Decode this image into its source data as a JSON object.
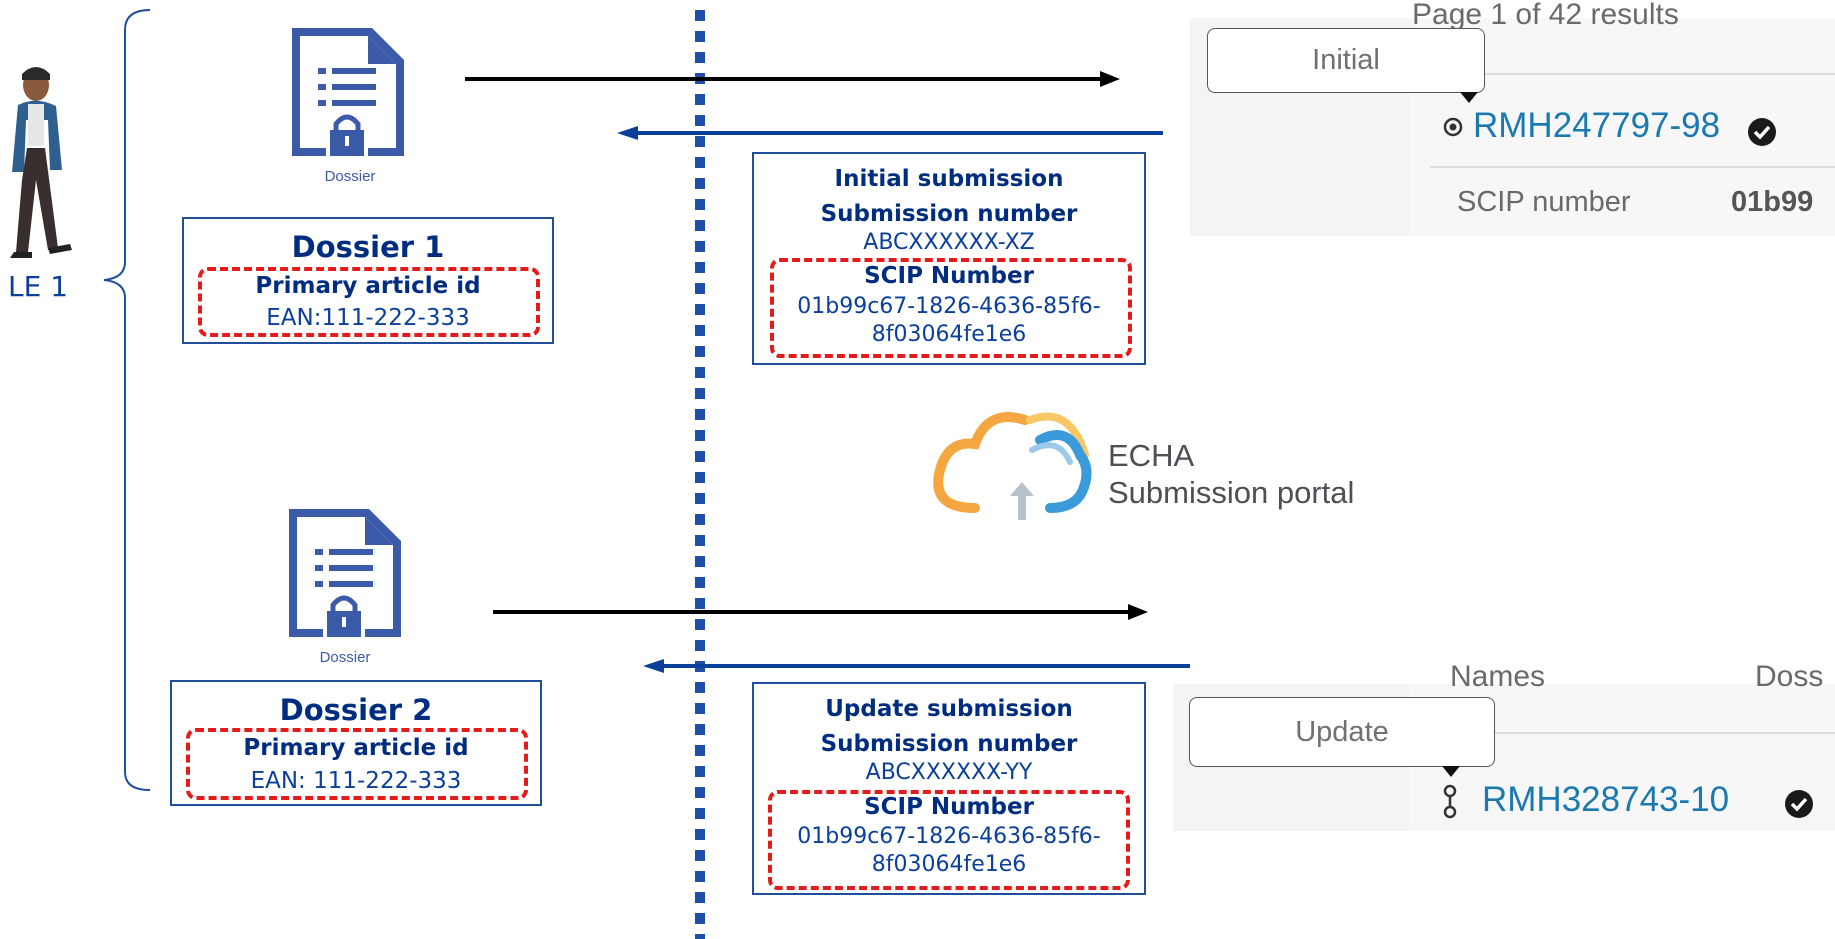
{
  "actor": {
    "label": "LE 1"
  },
  "dossier_icon_caption": "Dossier",
  "dossiers": [
    {
      "title": "Dossier 1",
      "id_label": "Primary article id",
      "id_value": "EAN:111-222-333"
    },
    {
      "title": "Dossier 2",
      "id_label": "Primary article id",
      "id_value": "EAN: 111-222-333"
    }
  ],
  "submissions": [
    {
      "type": "Initial submission",
      "number_label": "Submission number",
      "number_value": "ABCXXXXXX-XZ",
      "scip_label": "SCIP Number",
      "scip_line1": "01b99c67-1826-4636-85f6-",
      "scip_line2": "8f03064fe1e6"
    },
    {
      "type": "Update submission",
      "number_label": "Submission number",
      "number_value": "ABCXXXXXX-YY",
      "scip_label": "SCIP Number",
      "scip_line1": "01b99c67-1826-4636-85f6-",
      "scip_line2": "8f03064fe1e6"
    }
  ],
  "portal": {
    "line1": "ECHA",
    "line2": "Submission portal"
  },
  "screenshot_top": {
    "cut_header": "Page 1 of 42 results",
    "callout": "Initial",
    "record_id": "RMH247797-98",
    "field_label": "SCIP number",
    "field_value": "01b99"
  },
  "screenshot_bottom": {
    "cut_header": "Names",
    "cut_value": "Doss",
    "callout": "Update",
    "record_id": "RMH328743-10"
  },
  "colors": {
    "box_border": "#1f4e9c",
    "dash_red": "#e41b1b",
    "divider_blue": "#1f4ea8",
    "link_blue": "#1a7ab0",
    "dossier_icon_blue": "#3b5ba9"
  }
}
